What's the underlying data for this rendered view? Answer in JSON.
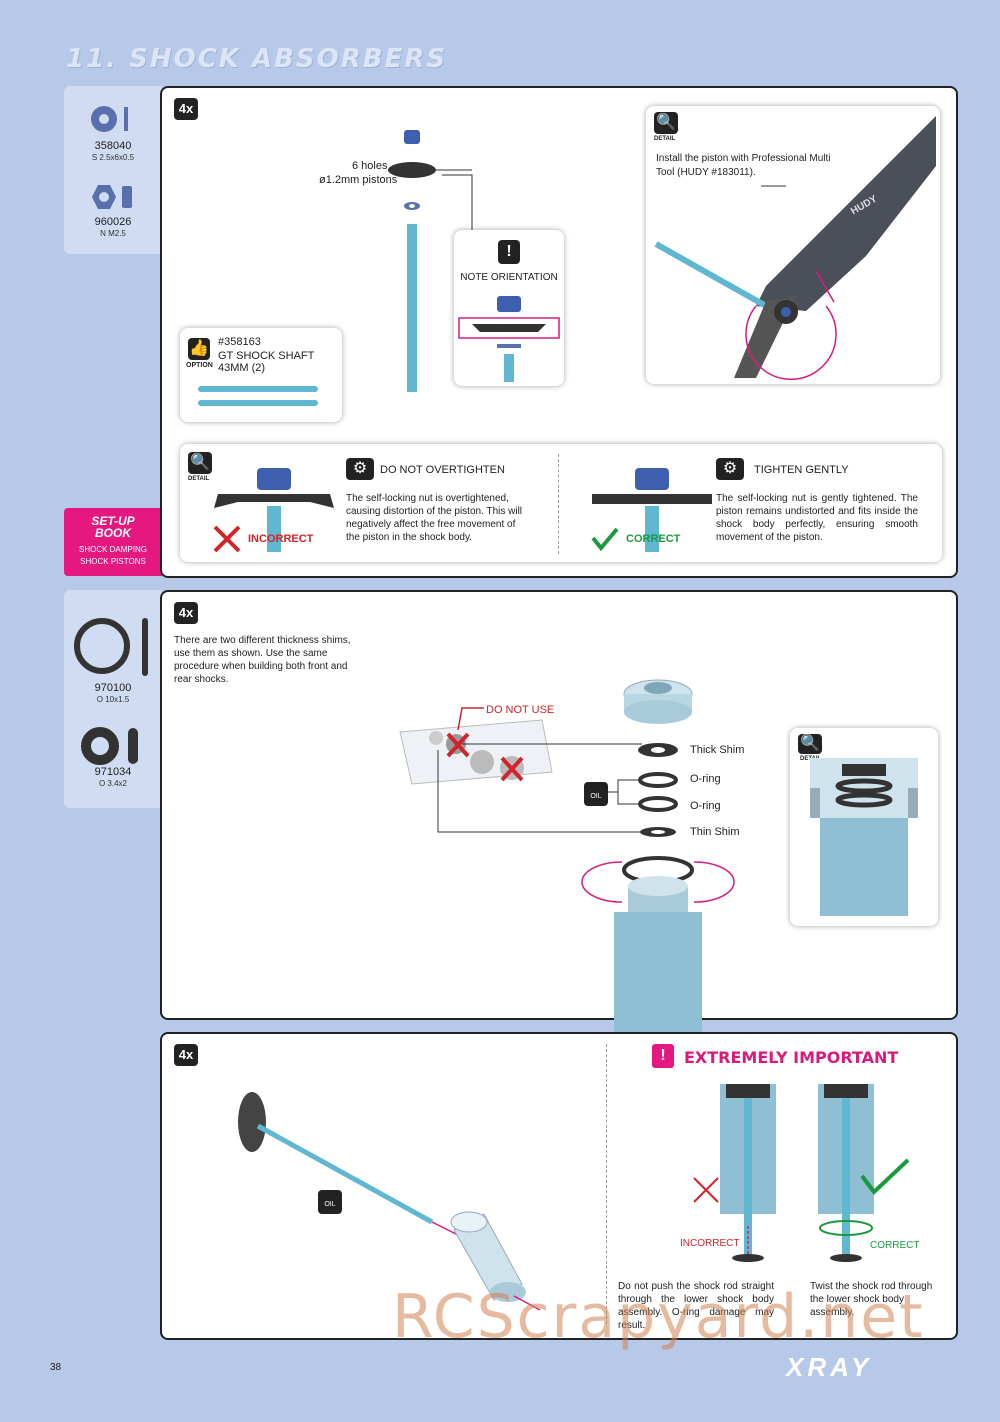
{
  "page": {
    "title": "11. SHOCK ABSORBERS",
    "page_number": "38",
    "brand": "XRAY",
    "watermark": "RCScrapyard.net"
  },
  "section1": {
    "parts": [
      {
        "code": "358040",
        "size": "S 2.5x6x0.5"
      },
      {
        "code": "960026",
        "size": "N M2.5"
      }
    ],
    "quantity": "4x",
    "holes_label_1": "6 holes",
    "holes_label_2": "ø1.2mm pistons",
    "note_title": "NOTE ORIENTATION",
    "option": {
      "icon_label": "OPTION",
      "part": "#358163",
      "name": "GT SHOCK SHAFT 43MM (2)"
    },
    "detail_label": "DETAIL",
    "tool_text_1": "Install the piston with Professional Multi",
    "tool_text_2": "Tool (HUDY #183011).",
    "tool_brand": "HUDY",
    "incorrect": {
      "label": "INCORRECT",
      "title": "DO NOT OVERTIGHTEN",
      "text": "The self-locking nut is overtightened, causing distortion of the piston. This will negatively affect the free movement of the piston in the shock body."
    },
    "correct": {
      "label": "CORRECT",
      "title": "TIGHTEN GENTLY",
      "text": "The self-locking nut is gently tightened. The piston remains undistorted and fits inside the shock body perfectly, ensuring smooth movement of the piston."
    },
    "setup_book": {
      "title_1": "SET-UP",
      "title_2": "BOOK",
      "line1": "SHOCK DAMPING",
      "line2": "SHOCK PISTONS"
    }
  },
  "section2": {
    "parts": [
      {
        "code": "970100",
        "size": "O 10x1.5"
      },
      {
        "code": "971034",
        "size": "O 3.4x2"
      }
    ],
    "quantity": "4x",
    "text": "There are two different thickness shims, use them as shown. Use the same procedure when building both front and rear shocks.",
    "do_not_use": "DO NOT USE",
    "labels": [
      "Thick Shim",
      "O-ring",
      "O-ring",
      "Thin Shim"
    ],
    "oil_label": "OIL",
    "detail_label": "DETAIL"
  },
  "section3": {
    "quantity": "4x",
    "oil_label": "OIL",
    "important_title": "EXTREMELY IMPORTANT",
    "incorrect": {
      "label": "INCORRECT",
      "text": "Do not push the shock rod straight through the lower shock body assembly. O-ring damage may result."
    },
    "correct": {
      "label": "CORRECT",
      "text": "Twist the shock rod through the lower shock body assembly."
    }
  }
}
